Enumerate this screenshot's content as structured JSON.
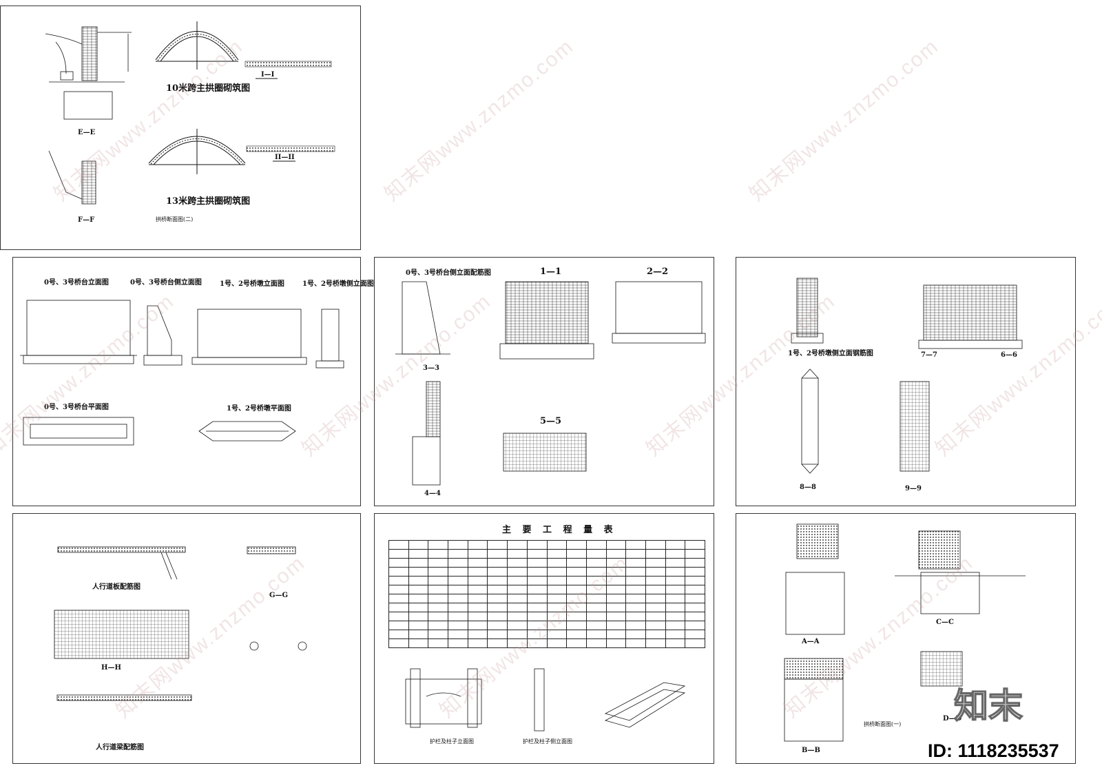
{
  "sheets": {
    "s1": {
      "arch10_title": "10米跨主拱圈砌筑图",
      "arch13_title": "13米跨主拱圈砌筑图",
      "sec_e": "E—E",
      "sec_f": "F—F",
      "sec_i": "I—I",
      "sec_ii": "II—II",
      "caption": "拱桥断面图(二)"
    },
    "s2": {
      "t1": "0号、3号桥台立面图",
      "t2": "0号、3号桥台侧立面图",
      "t3": "1号、2号桥墩立面图",
      "t4": "1号、2号桥墩侧立面图",
      "t5": "0号、3号桥台平面图",
      "t6": "1号、2号桥墩平面图"
    },
    "s3": {
      "t1": "0号、3号桥台侧立面配筋图",
      "t2": "1—1",
      "t3": "2—2",
      "t4": "3—3",
      "t5": "4—4",
      "t6": "5—5"
    },
    "s4": {
      "t1": "1号、2号桥墩侧立面钢筋图",
      "t2": "7—7",
      "t3": "6—6",
      "t4": "8—8",
      "t5": "9—9"
    },
    "s5": {
      "t1": "人行道板配筋图",
      "t2": "G—G",
      "t3": "H—H",
      "t4": "人行道梁配筋图"
    },
    "s6": {
      "title": "主 要 工 程 量 表",
      "t1": "护栏及柱子立面图",
      "t2": "护栏及柱子侧立面图"
    },
    "s7": {
      "t1": "A—A",
      "t2": "C—C",
      "t3": "B—B",
      "t4": "D—D",
      "caption": "拱桥断面图(一)"
    }
  },
  "watermark": {
    "text": "知末网www.znzmo.com",
    "color": "#c89696"
  },
  "logo": "知末",
  "id_label": "ID: 1118235537"
}
